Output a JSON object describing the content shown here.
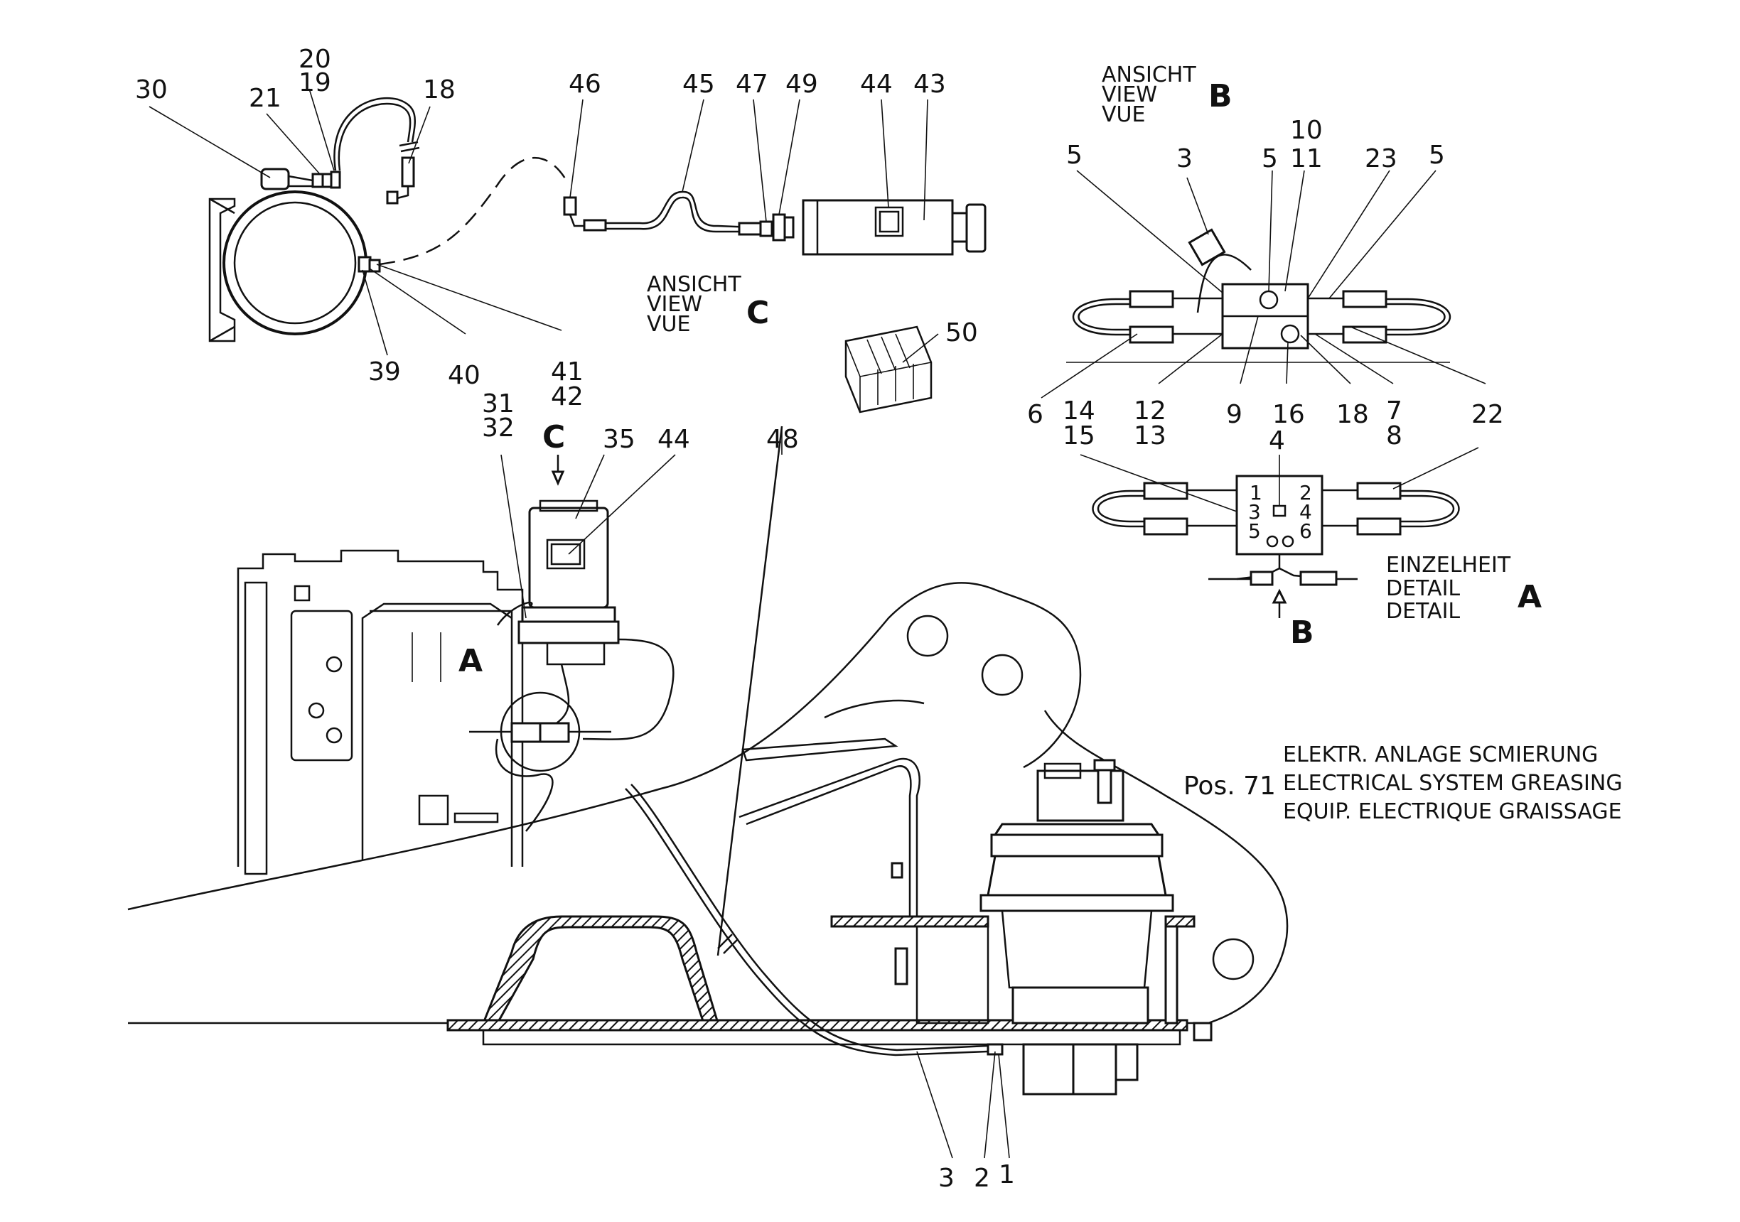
{
  "labels": {
    "p30": "30",
    "p21": "21",
    "p20": "20",
    "p19": "19",
    "p18a": "18",
    "p46": "46",
    "p45": "45",
    "p47": "47",
    "p49": "49",
    "p44a": "44",
    "p43": "43",
    "p39": "39",
    "p40": "40",
    "p41": "41",
    "p42": "42",
    "p50": "50",
    "p31": "31",
    "p32": "32",
    "p35": "35",
    "p44b": "44",
    "p48": "48",
    "p3a": "3",
    "p2": "2",
    "p1": "1",
    "p5a": "5",
    "p3b": "3",
    "p5b": "5",
    "p10": "10",
    "p11": "11",
    "p23": "23",
    "p5c": "5",
    "p6": "6",
    "p12": "12",
    "p13": "13",
    "p9": "9",
    "p16": "16",
    "p18b": "18",
    "p7": "7",
    "p8": "8",
    "p22a": "22",
    "p14": "14",
    "p15": "15",
    "p4": "4",
    "p22b": "22"
  },
  "letters": {
    "c_top": "C",
    "a_main": "A",
    "b_view": "B",
    "c_view": "C",
    "a_detail": "A",
    "b_arrow": "B"
  },
  "views": {
    "view_b": [
      "ANSICHT",
      "VIEW",
      "VUE"
    ],
    "view_c": [
      "ANSICHT",
      "VIEW",
      "VUE"
    ],
    "detail_a": [
      "EINZELHEIT",
      "DETAIL",
      "DETAIL"
    ]
  },
  "block_numbers": [
    "1",
    "2",
    "3",
    "4",
    "5",
    "6"
  ],
  "caption": {
    "pos": "Pos. 71",
    "lines": [
      "ELEKTR. ANLAGE SCMIERUNG",
      "ELECTRICAL SYSTEM GREASING",
      "EQUIP. ELECTRIQUE GRAISSAGE"
    ]
  }
}
